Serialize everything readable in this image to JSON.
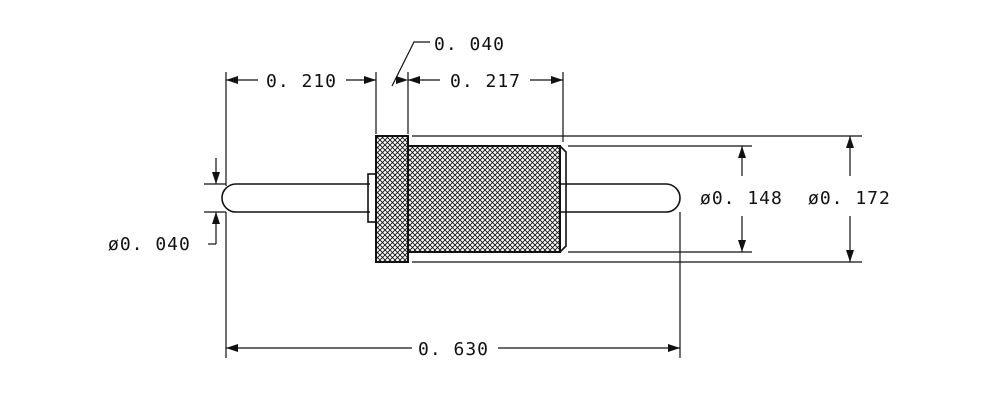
{
  "drawing": {
    "dimensions": {
      "shoulder_thickness": "0. 040",
      "left_pin_length": "0. 210",
      "right_section_length": "0. 217",
      "overall_length": "0. 630",
      "pin_diameter": "ø0. 040",
      "knurl_diameter": "ø0. 148",
      "head_diameter": "ø0. 172"
    },
    "colors": {
      "line": "#111111",
      "background": "#ffffff"
    }
  }
}
